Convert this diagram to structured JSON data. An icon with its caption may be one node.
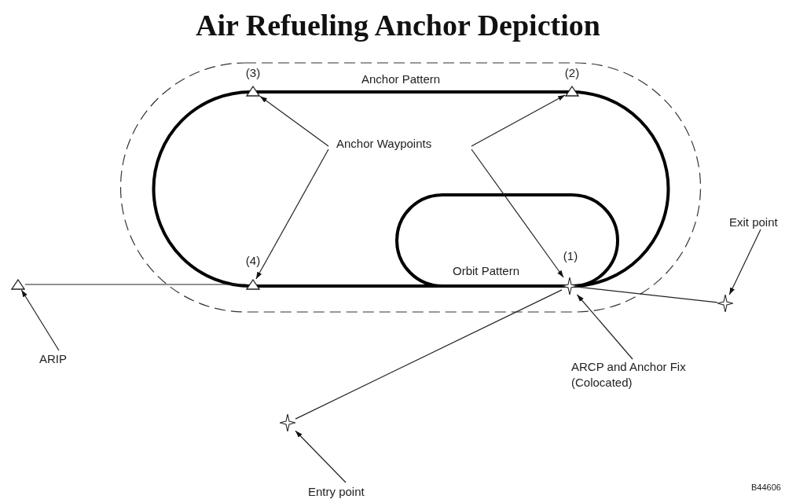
{
  "diagram": {
    "title": "Air Refueling Anchor Depiction",
    "nodes": [
      {
        "text": [
          "Anchor Waypoints"
        ]
      },
      {
        "text": [],
        "shape": "triangle",
        "beside": [
          "(3)"
        ]
      },
      {
        "text": [],
        "shape": "triangle",
        "beside": [
          "(2)"
        ]
      },
      {
        "text": [],
        "shape": "triangle",
        "beside": [
          "(4)"
        ]
      },
      {
        "text": [],
        "shape": "star",
        "beside": [
          "(1)"
        ]
      },
      {
        "text": [
          "ARIP"
        ]
      },
      {
        "text": [],
        "shape": "triangle"
      },
      {
        "text": [
          "Exit point"
        ]
      },
      {
        "text": [],
        "shape": "star"
      },
      {
        "text": [
          "ARCP and Anchor Fix (Colocated)"
        ]
      },
      {
        "text": [
          "Entry point"
        ]
      },
      {
        "text": [],
        "shape": "star"
      }
    ],
    "edges": [
      {
        "from": 0,
        "to": 1,
        "arrow": "to"
      },
      {
        "from": 0,
        "to": 3,
        "arrow": "to"
      },
      {
        "from": 0,
        "to": 2,
        "arrow": "to"
      },
      {
        "from": 0,
        "to": 4,
        "arrow": "to"
      },
      {
        "from": 6,
        "to": 3,
        "arrow": "none"
      },
      {
        "from": 11,
        "to": 4,
        "arrow": "none"
      },
      {
        "from": 4,
        "to": 8,
        "arrow": "none"
      },
      {
        "from": 5,
        "to": 6,
        "arrow": "to"
      },
      {
        "from": 7,
        "to": 8,
        "arrow": "to"
      },
      {
        "from": 9,
        "to": 4,
        "arrow": "to"
      },
      {
        "from": 10,
        "to": 11,
        "arrow": "to"
      }
    ],
    "labels": [
      "Anchor Pattern",
      "Orbit Pattern",
      "B44606"
    ]
  }
}
